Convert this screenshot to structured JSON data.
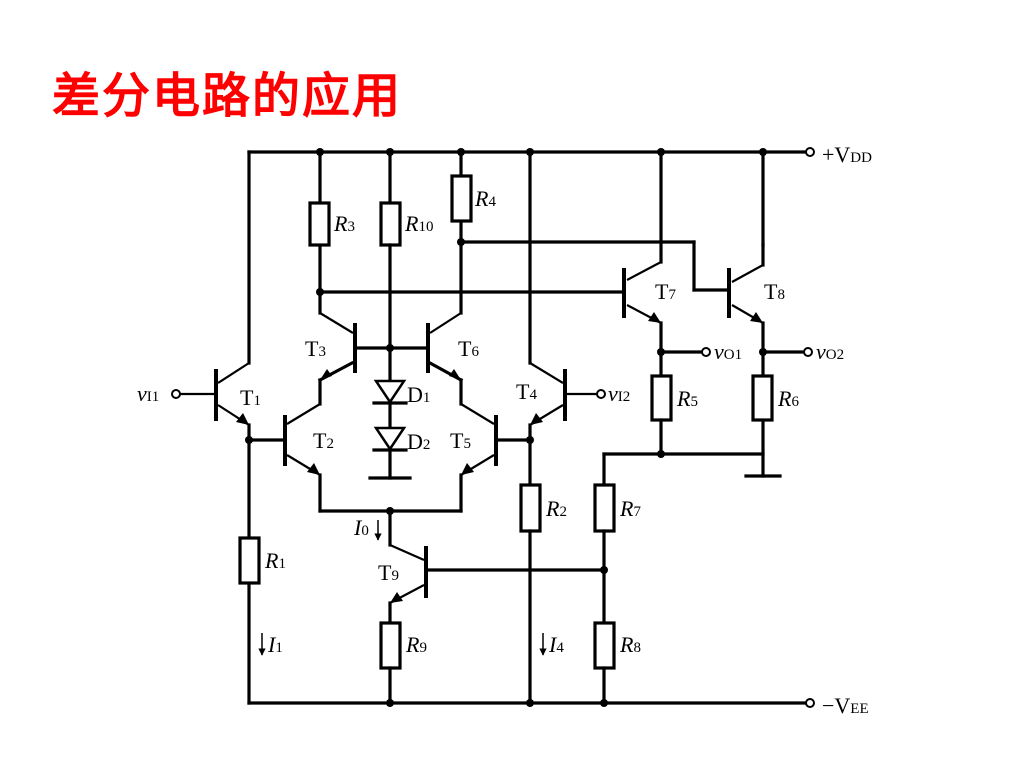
{
  "title": "差分电路的应用",
  "labels": {
    "vdd": {
      "main": "+V",
      "sub": "DD"
    },
    "vee": {
      "main": "−V",
      "sub": "EE"
    },
    "vi1": {
      "main": "v",
      "sub": "I1"
    },
    "vi2": {
      "main": "v",
      "sub": "I2"
    },
    "vo1": {
      "main": "v",
      "sub": "O1"
    },
    "vo2": {
      "main": "v",
      "sub": "O2"
    },
    "r1": {
      "main": "R",
      "sub": "1"
    },
    "r2": {
      "main": "R",
      "sub": "2"
    },
    "r3": {
      "main": "R",
      "sub": "3"
    },
    "r4": {
      "main": "R",
      "sub": "4"
    },
    "r5": {
      "main": "R",
      "sub": "5"
    },
    "r6": {
      "main": "R",
      "sub": "6"
    },
    "r7": {
      "main": "R",
      "sub": "7"
    },
    "r8": {
      "main": "R",
      "sub": "8"
    },
    "r9": {
      "main": "R",
      "sub": "9"
    },
    "r10": {
      "main": "R",
      "sub": "10"
    },
    "t1": {
      "main": "T",
      "sub": "1"
    },
    "t2": {
      "main": "T",
      "sub": "2"
    },
    "t3": {
      "main": "T",
      "sub": "3"
    },
    "t4": {
      "main": "T",
      "sub": "4"
    },
    "t5": {
      "main": "T",
      "sub": "5"
    },
    "t6": {
      "main": "T",
      "sub": "6"
    },
    "t7": {
      "main": "T",
      "sub": "7"
    },
    "t8": {
      "main": "T",
      "sub": "8"
    },
    "t9": {
      "main": "T",
      "sub": "9"
    },
    "d1": {
      "main": "D",
      "sub": "1"
    },
    "d2": {
      "main": "D",
      "sub": "2"
    },
    "i0": {
      "main": "I",
      "sub": "0"
    },
    "i1": {
      "main": "I",
      "sub": "1"
    },
    "i4": {
      "main": "I",
      "sub": "4"
    }
  }
}
